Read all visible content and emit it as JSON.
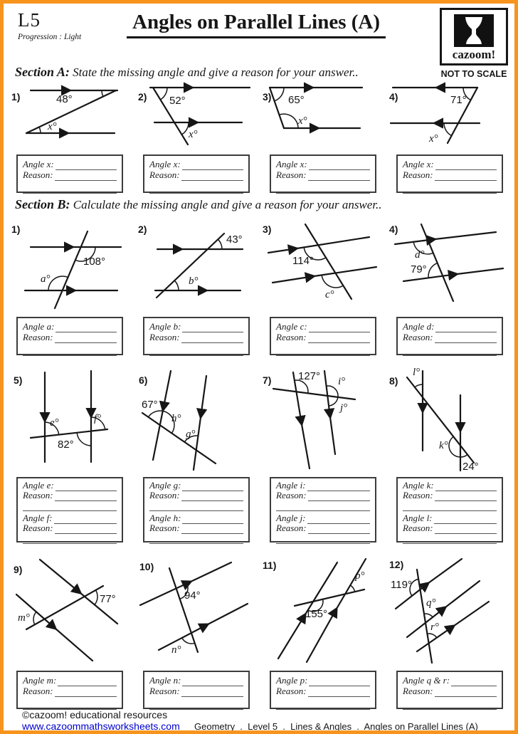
{
  "header": {
    "level": "L5",
    "progression": "Progression : Light",
    "title": "Angles on Parallel Lines (A)",
    "logo_text": "cazoom!",
    "not_to_scale": "NOT TO SCALE",
    "accent_color": "#f7941e"
  },
  "section_a": {
    "label": "Section A:",
    "instruction": " State the missing angle and give a reason for your answer..",
    "answer_label": "Angle x:",
    "reason_label": "Reason:",
    "problems": [
      {
        "num": "1)",
        "texts": [
          "48°",
          "x°"
        ]
      },
      {
        "num": "2)",
        "texts": [
          "52°",
          "x°"
        ]
      },
      {
        "num": "3)",
        "texts": [
          "65°",
          "x°"
        ]
      },
      {
        "num": "4)",
        "texts": [
          "71°",
          "x°"
        ]
      }
    ]
  },
  "section_b": {
    "label": "Section B:",
    "instruction": " Calculate the missing angle and give a reason for your answer..",
    "reason_label": "Reason:",
    "problems": [
      {
        "num": "1)",
        "texts": [
          "108°",
          "a°"
        ],
        "answers": [
          "Angle a:"
        ]
      },
      {
        "num": "2)",
        "texts": [
          "43°",
          "b°"
        ],
        "answers": [
          "Angle b:"
        ]
      },
      {
        "num": "3)",
        "texts": [
          "114°",
          "c°"
        ],
        "answers": [
          "Angle c:"
        ]
      },
      {
        "num": "4)",
        "texts": [
          "d°",
          "79°"
        ],
        "answers": [
          "Angle d:"
        ]
      },
      {
        "num": "5)",
        "texts": [
          "e°",
          "f°",
          "82°"
        ],
        "answers": [
          "Angle e:",
          "Angle f:"
        ]
      },
      {
        "num": "6)",
        "texts": [
          "67°",
          "h°",
          "g°"
        ],
        "answers": [
          "Angle g:",
          "Angle h:"
        ]
      },
      {
        "num": "7)",
        "texts": [
          "127°",
          "i°",
          "j°"
        ],
        "answers": [
          "Angle i:",
          "Angle j:"
        ]
      },
      {
        "num": "8)",
        "texts": [
          "l°",
          "k°",
          "24°"
        ],
        "answers": [
          "Angle k:",
          "Angle l:"
        ]
      },
      {
        "num": "9)",
        "texts": [
          "77°",
          "m°"
        ],
        "answers": [
          "Angle m:"
        ]
      },
      {
        "num": "10)",
        "texts": [
          "94°",
          "n°"
        ],
        "answers": [
          "Angle n:"
        ]
      },
      {
        "num": "11)",
        "texts": [
          "p°",
          "155°"
        ],
        "answers": [
          "Angle p:"
        ]
      },
      {
        "num": "12)",
        "texts": [
          "119°",
          "q°",
          "r°"
        ],
        "answers": [
          "Angle q & r:"
        ]
      }
    ]
  },
  "footer": {
    "copyright": "©cazoom! educational resources",
    "website": "www.cazoommathsworksheets.com",
    "trail": "Geometry  .  Level 5  .  Lines & Angles  .  Angles on Parallel Lines (A)"
  }
}
